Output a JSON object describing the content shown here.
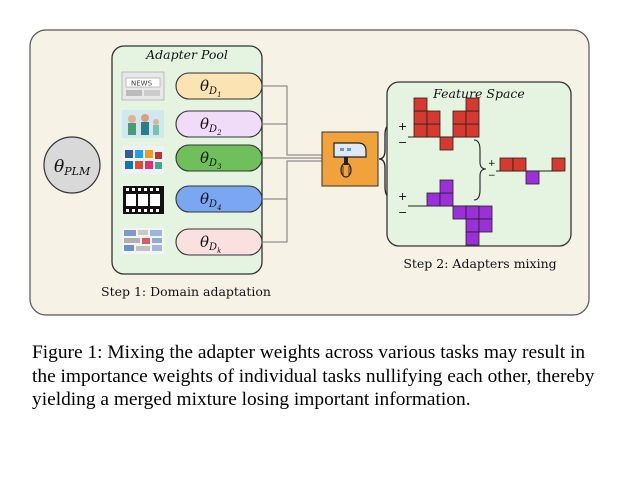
{
  "figure": {
    "plm_label": "θ",
    "plm_sub": "PLM",
    "pool_title": "Adapter Pool",
    "adapters": [
      {
        "label": "θ",
        "sub": "D",
        "subsub": "1",
        "fill": "#fbe3b3",
        "icon": "news-icon"
      },
      {
        "label": "θ",
        "sub": "D",
        "subsub": "2",
        "fill": "#f0dcf8",
        "icon": "family-photo-icon"
      },
      {
        "label": "θ",
        "sub": "D",
        "subsub": "3",
        "fill": "#6fbf5a",
        "icon": "social-media-icon"
      },
      {
        "label": "θ",
        "sub": "D",
        "subsub": "4",
        "fill": "#7aa6f2",
        "icon": "movie-film-icon"
      },
      {
        "label": "θ",
        "sub": "D",
        "subsub": "k",
        "fill": "#fbe0e0",
        "icon": "documents-collage-icon"
      }
    ],
    "step1_label": "Step 1: Domain adaptation",
    "mixer_icon": "blender-mixer-icon",
    "feature_title": "Feature Space",
    "step2_label": "Step 2: Adapters mixing",
    "plus": "+",
    "minus": "−",
    "news_text": "NEWS",
    "colors": {
      "panel_bg": "#f7f2e6",
      "green_bg": "#e4f4e0",
      "mixer": "#f2a23a",
      "red_bars": "#d63a2e",
      "purple_bars": "#9b30d8"
    }
  },
  "caption": {
    "text": "Figure 1: Mixing the adapter weights across various tasks may result in the importance weights of individual tasks nullifying each other, thereby yielding a merged mixture losing important information."
  }
}
